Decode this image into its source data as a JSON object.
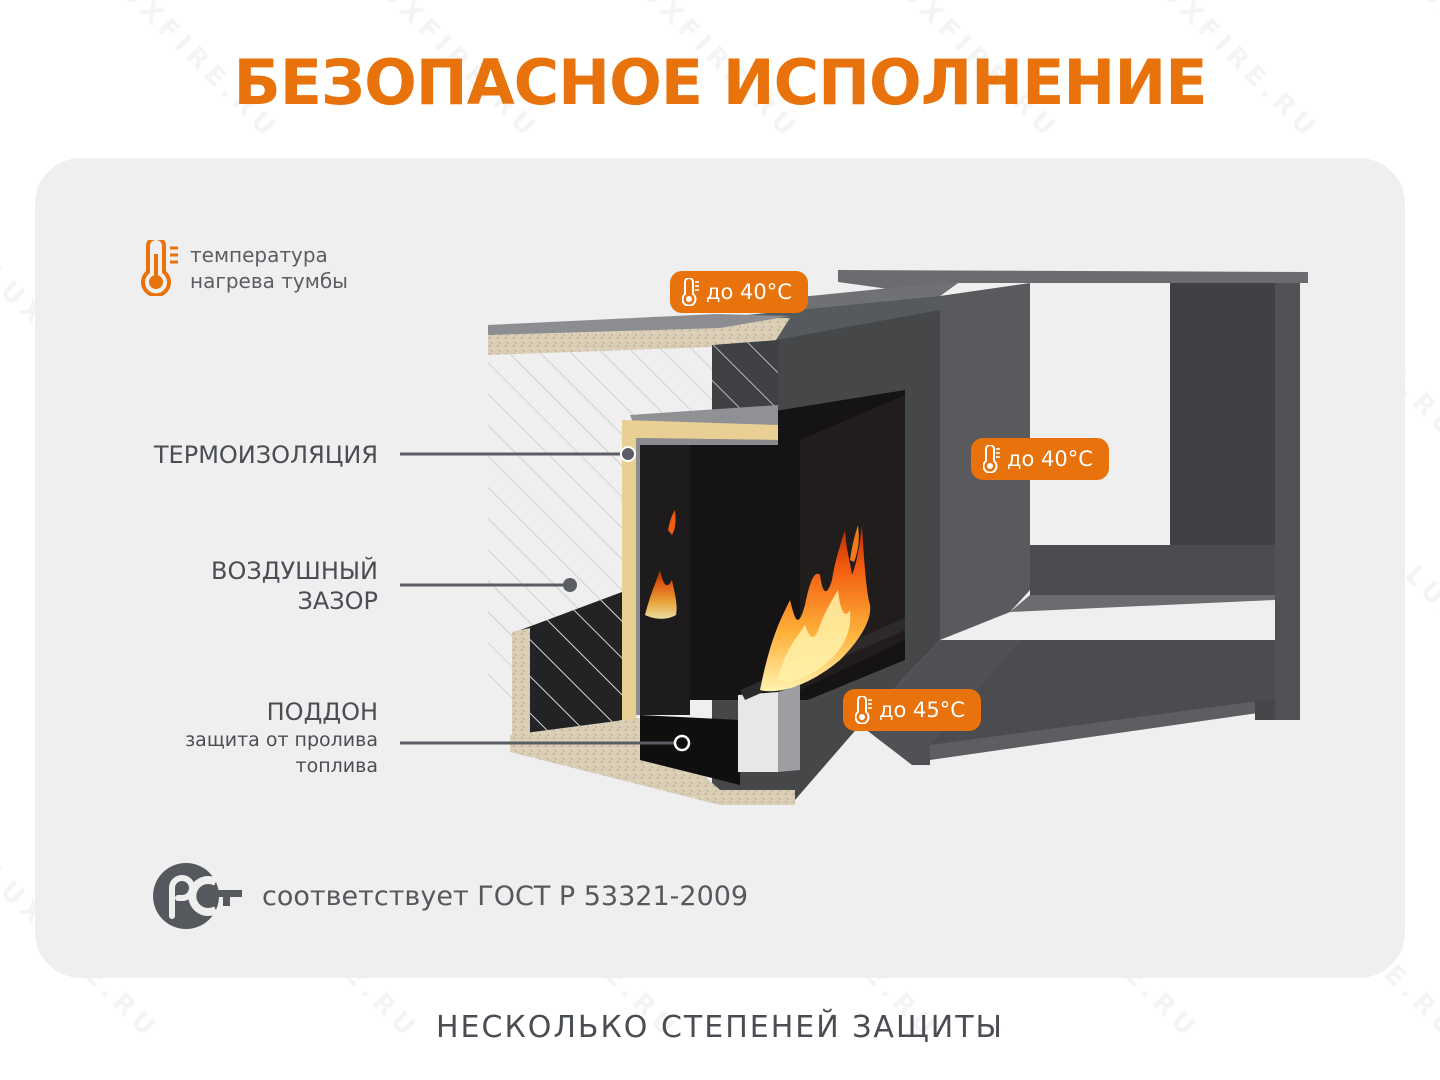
{
  "title": "БЕЗОПАСНОЕ ИСПОЛНЕНИЕ",
  "watermark": "LUXFIRE.RU",
  "legend": {
    "icon": "thermometer-icon",
    "line1": "температура",
    "line2": "нагрева тумбы"
  },
  "labels": {
    "insulation": "ТЕРМОИЗОЛЯЦИЯ",
    "air_gap_line1": "ВОЗДУШНЫЙ",
    "air_gap_line2": "ЗАЗОР",
    "tray": "ПОДДОН",
    "tray_desc_line1": "защита от пролива",
    "tray_desc_line2": "топлива"
  },
  "badges": [
    {
      "icon": "thermometer-icon",
      "text": "до 40°C",
      "position": "top"
    },
    {
      "icon": "thermometer-icon",
      "text": "до 40°C",
      "position": "side"
    },
    {
      "icon": "thermometer-icon",
      "text": "до 45°C",
      "position": "bottom"
    }
  ],
  "certification": {
    "logo": "rst-logo",
    "text": "соответствует ГОСТ Р 53321-2009"
  },
  "footer": "НЕСКОЛЬКО СТЕПЕНЕЙ ЗАЩИТЫ",
  "colors": {
    "accent": "#e8720c",
    "card_bg": "#efefef",
    "text": "#4a4e54",
    "cabinet": "#4b4d50",
    "insulation": "#e9cf93"
  }
}
